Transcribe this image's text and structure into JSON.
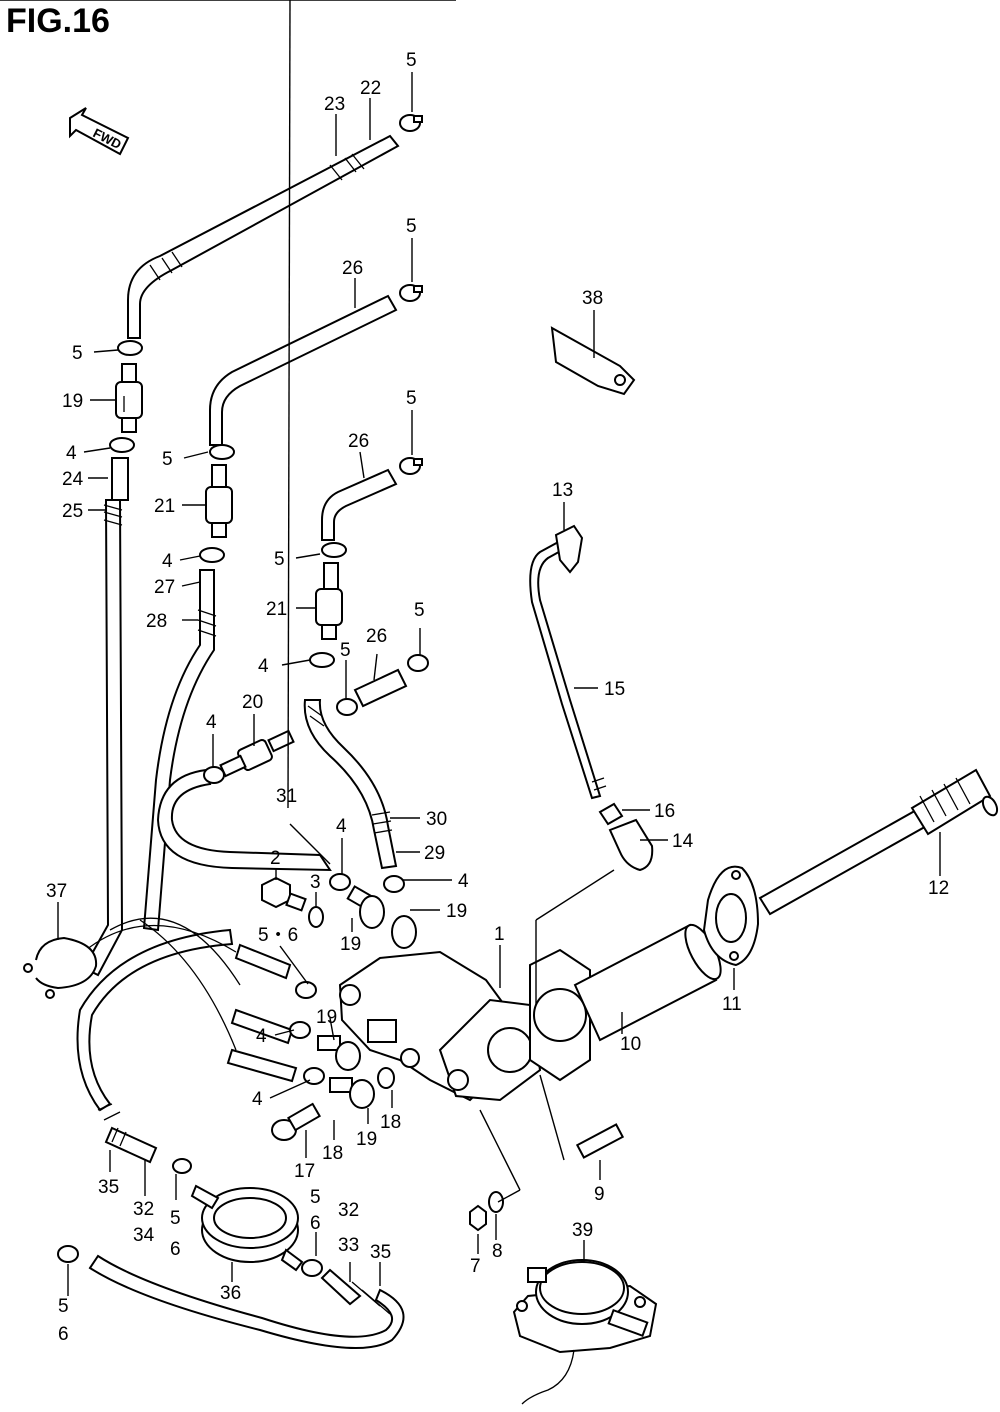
{
  "title": "FIG.16",
  "direction_tag": "FWD",
  "callouts": [
    {
      "id": "c5a",
      "text": "5"
    },
    {
      "id": "c22",
      "text": "22"
    },
    {
      "id": "c23",
      "text": "23"
    },
    {
      "id": "c5b",
      "text": "5"
    },
    {
      "id": "c26a",
      "text": "26"
    },
    {
      "id": "c38",
      "text": "38"
    },
    {
      "id": "c5c",
      "text": "5"
    },
    {
      "id": "c19a",
      "text": "19"
    },
    {
      "id": "c5d",
      "text": "5"
    },
    {
      "id": "c26b",
      "text": "26"
    },
    {
      "id": "c4a",
      "text": "4"
    },
    {
      "id": "c24",
      "text": "24"
    },
    {
      "id": "c5e",
      "text": "5"
    },
    {
      "id": "c25",
      "text": "25"
    },
    {
      "id": "c21a",
      "text": "21"
    },
    {
      "id": "c13",
      "text": "13"
    },
    {
      "id": "c4b",
      "text": "4"
    },
    {
      "id": "c5f",
      "text": "5"
    },
    {
      "id": "c27",
      "text": "27"
    },
    {
      "id": "c28",
      "text": "28"
    },
    {
      "id": "c21b",
      "text": "21"
    },
    {
      "id": "c5g",
      "text": "5"
    },
    {
      "id": "c26c",
      "text": "26"
    },
    {
      "id": "c5h",
      "text": "5"
    },
    {
      "id": "c4c",
      "text": "4"
    },
    {
      "id": "c15",
      "text": "15"
    },
    {
      "id": "c20",
      "text": "20"
    },
    {
      "id": "c4d",
      "text": "4"
    },
    {
      "id": "c31",
      "text": "31"
    },
    {
      "id": "c4e",
      "text": "4"
    },
    {
      "id": "c30",
      "text": "30"
    },
    {
      "id": "c16",
      "text": "16"
    },
    {
      "id": "c14",
      "text": "14"
    },
    {
      "id": "c2",
      "text": "2"
    },
    {
      "id": "c29",
      "text": "29"
    },
    {
      "id": "c3",
      "text": "3"
    },
    {
      "id": "c4f",
      "text": "4"
    },
    {
      "id": "c12",
      "text": "12"
    },
    {
      "id": "c37",
      "text": "37"
    },
    {
      "id": "c19b",
      "text": "19"
    },
    {
      "id": "c19c",
      "text": "19"
    },
    {
      "id": "c1",
      "text": "1"
    },
    {
      "id": "c56a",
      "text": "5・6"
    },
    {
      "id": "c11",
      "text": "11"
    },
    {
      "id": "c19d",
      "text": "19"
    },
    {
      "id": "c4g",
      "text": "4"
    },
    {
      "id": "c10",
      "text": "10"
    },
    {
      "id": "c4h",
      "text": "4"
    },
    {
      "id": "c18a",
      "text": "18"
    },
    {
      "id": "c19e",
      "text": "19"
    },
    {
      "id": "c18b",
      "text": "18"
    },
    {
      "id": "c17",
      "text": "17"
    },
    {
      "id": "c9",
      "text": "9"
    },
    {
      "id": "c35a",
      "text": "35"
    },
    {
      "id": "c32a",
      "text": "32"
    },
    {
      "id": "c34",
      "text": "34"
    },
    {
      "id": "c5i",
      "text": "5"
    },
    {
      "id": "c6a",
      "text": "6"
    },
    {
      "id": "c5j",
      "text": "5"
    },
    {
      "id": "c6b",
      "text": "6"
    },
    {
      "id": "c32b",
      "text": "32"
    },
    {
      "id": "c33",
      "text": "33"
    },
    {
      "id": "c35b",
      "text": "35"
    },
    {
      "id": "c39",
      "text": "39"
    },
    {
      "id": "c7",
      "text": "7"
    },
    {
      "id": "c8",
      "text": "8"
    },
    {
      "id": "c36",
      "text": "36"
    },
    {
      "id": "c5k",
      "text": "5"
    },
    {
      "id": "c6c",
      "text": "6"
    }
  ]
}
